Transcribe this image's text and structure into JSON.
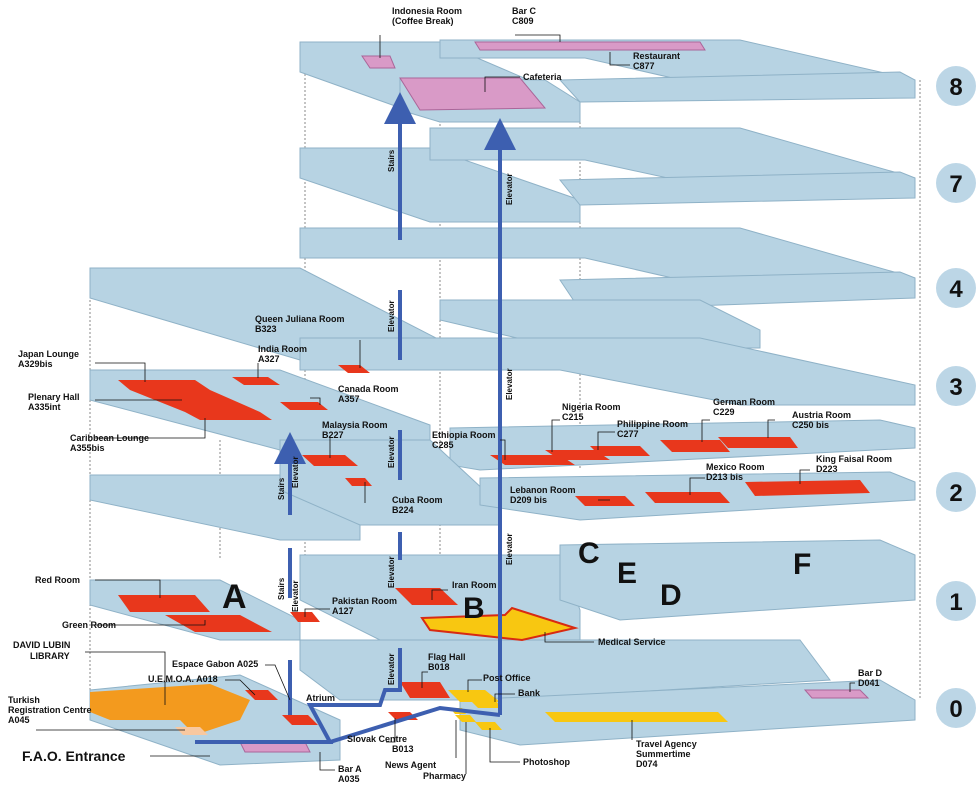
{
  "floors": [
    "8",
    "7",
    "4",
    "3",
    "2",
    "1",
    "0"
  ],
  "buildings": [
    "A",
    "B",
    "C",
    "D",
    "E",
    "F"
  ],
  "entrance": "F.A.O. Entrance",
  "vertical": {
    "stairs": "Stairs",
    "elevator": "Elevator"
  },
  "atrium": "Atrium",
  "rooms": {
    "indonesia": [
      "Indonesia Room",
      "(Coffee Break)"
    ],
    "bar_c": [
      "Bar C",
      "C809"
    ],
    "restaurant": [
      "Restaurant",
      "C877"
    ],
    "cafeteria": [
      "Cafeteria"
    ],
    "queen_juliana": [
      "Queen Juliana Room",
      "B323"
    ],
    "india": [
      "India Room",
      "A327"
    ],
    "japan_lounge": [
      "Japan Lounge",
      "A329bis"
    ],
    "plenary_hall": [
      "Plenary Hall",
      "A335int"
    ],
    "canada": [
      "Canada Room",
      "A357"
    ],
    "caribbean_lounge": [
      "Caribbean Lounge",
      "A355bis"
    ],
    "malaysia": [
      "Malaysia Room",
      "B227"
    ],
    "cuba": [
      "Cuba Room",
      "B224"
    ],
    "ethiopia": [
      "Ethiopia Room",
      "C285"
    ],
    "nigeria": [
      "Nigeria Room",
      "C215"
    ],
    "philippine": [
      "Philippine Room",
      "C277"
    ],
    "german": [
      "German Room",
      "C229"
    ],
    "austria": [
      "Austria Room",
      "C250 bis"
    ],
    "mexico": [
      "Mexico Room",
      "D213 bis"
    ],
    "king_faisal": [
      "King Faisal Room",
      "D223"
    ],
    "lebanon": [
      "Lebanon Room",
      "D209 bis"
    ],
    "red_room": [
      "Red Room"
    ],
    "green_room": [
      "Green Room"
    ],
    "pakistan": [
      "Pakistan Room",
      "A127"
    ],
    "iran": [
      "Iran Room"
    ],
    "medical": [
      "Medical Service"
    ],
    "david_lubin": [
      "DAVID LUBIN",
      "LIBRARY"
    ],
    "espace_gabon": [
      "Espace Gabon  A025"
    ],
    "uemoa": [
      "U.E.M.O.A.  A018"
    ],
    "turkish": [
      "Turkish",
      "Registration Centre",
      "A045"
    ],
    "flag_hall": [
      "Flag Hall",
      "B018"
    ],
    "post_office": [
      "Post Office"
    ],
    "bank": [
      "Bank"
    ],
    "slovak": [
      "Slovak  Centre",
      "B013"
    ],
    "news_agent": [
      "News Agent"
    ],
    "pharmacy": [
      "Pharmacy"
    ],
    "photoshop": [
      "Photoshop"
    ],
    "bar_a": [
      "Bar A",
      "A035"
    ],
    "bar_d": [
      "Bar D",
      "D041"
    ],
    "travel": [
      "Travel Agency",
      "Summertime",
      "D074"
    ]
  },
  "colors": {
    "slab": "#b7d3e3",
    "slab_edge": "#8fb2c7",
    "meeting_room": "#e8371c",
    "service": "#f8c711",
    "library": "#f39a1e",
    "food": "#d99ac7",
    "route": "#3d5fb0",
    "floor_badge": "#bcd6e6"
  }
}
